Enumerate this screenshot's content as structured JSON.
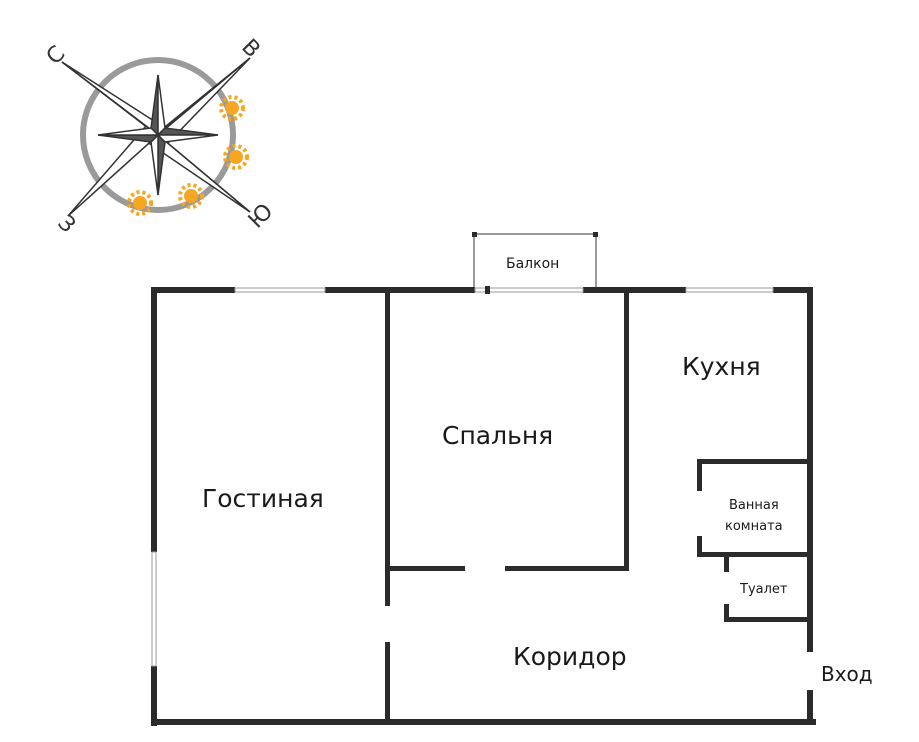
{
  "compass": {
    "north": "С",
    "east": "В",
    "south": "Ю",
    "west": "З",
    "sun_color": "#f5a623"
  },
  "rooms": {
    "balcony": "Балкон",
    "living_room": "Гостиная",
    "bedroom": "Спальня",
    "kitchen": "Кухня",
    "bathroom_line1": "Ванная",
    "bathroom_line2": "комната",
    "toilet": "Туалет",
    "corridor": "Коридор",
    "entrance": "Вход"
  },
  "colors": {
    "wall": "#2b2b2b",
    "window": "#9a9a9a",
    "text": "#1a1a1a"
  }
}
